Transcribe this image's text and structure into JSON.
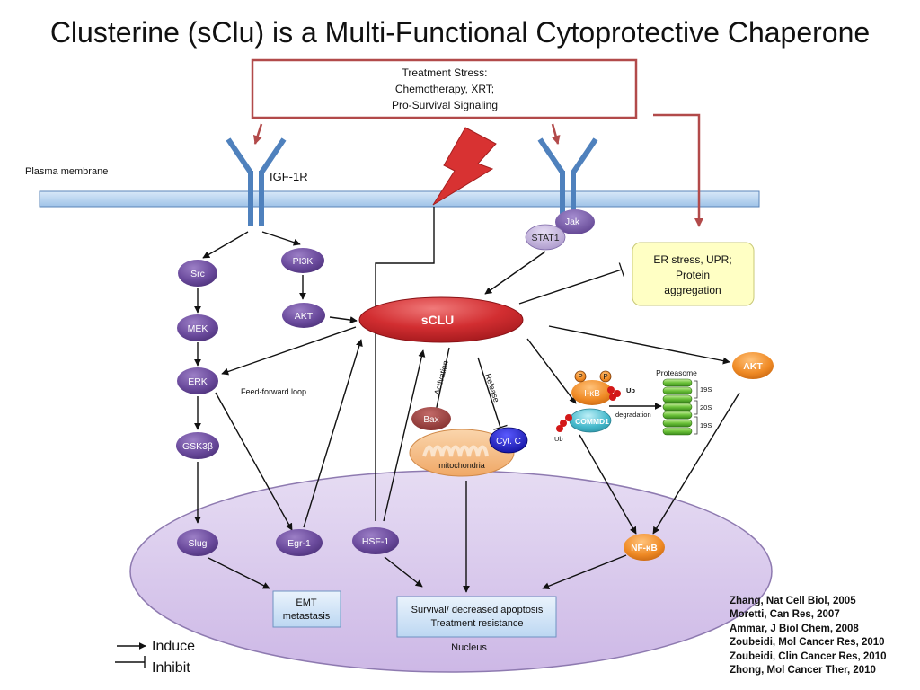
{
  "title": "Clusterine (sClu) is a Multi-Functional Cytoprotective Chaperone",
  "treatment_box": {
    "line1": "Treatment Stress:",
    "line2": "Chemotherapy, XRT;",
    "line3": "Pro-Survival Signaling"
  },
  "plasma_membrane": "Plasma membrane",
  "receptor_igf": "IGF-1R",
  "nodes": {
    "src": "Src",
    "pi3k": "PI3K",
    "mek": "MEK",
    "akt_left": "AKT",
    "erk": "ERK",
    "gsk3b": "GSK3β",
    "slug": "Slug",
    "egr1": "Egr-1",
    "hsf1": "HSF-1",
    "jak": "Jak",
    "stat1": "STAT1",
    "sclu": "sCLU",
    "akt_right": "AKT",
    "ikb": "I-κB",
    "commd1": "COMMD1",
    "nfkb": "NF-κB",
    "bax": "Bax",
    "cytc": "Cyt. C",
    "mitochondria": "mitochondria"
  },
  "er_box": {
    "line1": "ER stress, UPR;",
    "line2": "Protein",
    "line3": "aggregation"
  },
  "labels": {
    "feed_forward": "Feed-forward loop",
    "activation": "Activation",
    "release": "Release",
    "proteasome": "Proteasome",
    "s19_top": "19S",
    "s20": "20S",
    "s19_bottom": "19S",
    "degradation": "degradation",
    "ub_top": "Ub",
    "ub_left": "Ub",
    "p1": "P",
    "p2": "P",
    "nucleus": "Nucleus"
  },
  "emt_box": {
    "line1": "EMT",
    "line2": "metastasis"
  },
  "survival_box": {
    "line1": "Survival/ decreased apoptosis",
    "line2": "Treatment resistance"
  },
  "legend": {
    "induce": "Induce",
    "inhibit": "Inhibit"
  },
  "references": [
    "Zhang, Nat Cell Biol, 2005",
    "Moretti, Can Res, 2007",
    "Ammar, J Biol Chem, 2008",
    "Zoubeidi, Mol Cancer Res, 2010",
    "Zoubeidi, Clin Cancer Res, 2010",
    "Zhong, Mol Cancer Ther, 2010"
  ],
  "colors": {
    "node_purple": "#5b3e8c",
    "sclu_red": "#c8232a",
    "akt_orange": "#e8791c",
    "membrane_blue": "#9cc3ea",
    "receptor_blue": "#4f81bd",
    "treatment_border": "#b24a4a",
    "nucleus_fill": "#d8c8ec",
    "er_fill": "#ffffc4",
    "mito_fill": "#f7c38e",
    "proteasome_green": "#5aae32",
    "cytc_blue": "#1a1ab8",
    "bax_red": "#943634",
    "commd1_teal": "#3fb5c8"
  }
}
